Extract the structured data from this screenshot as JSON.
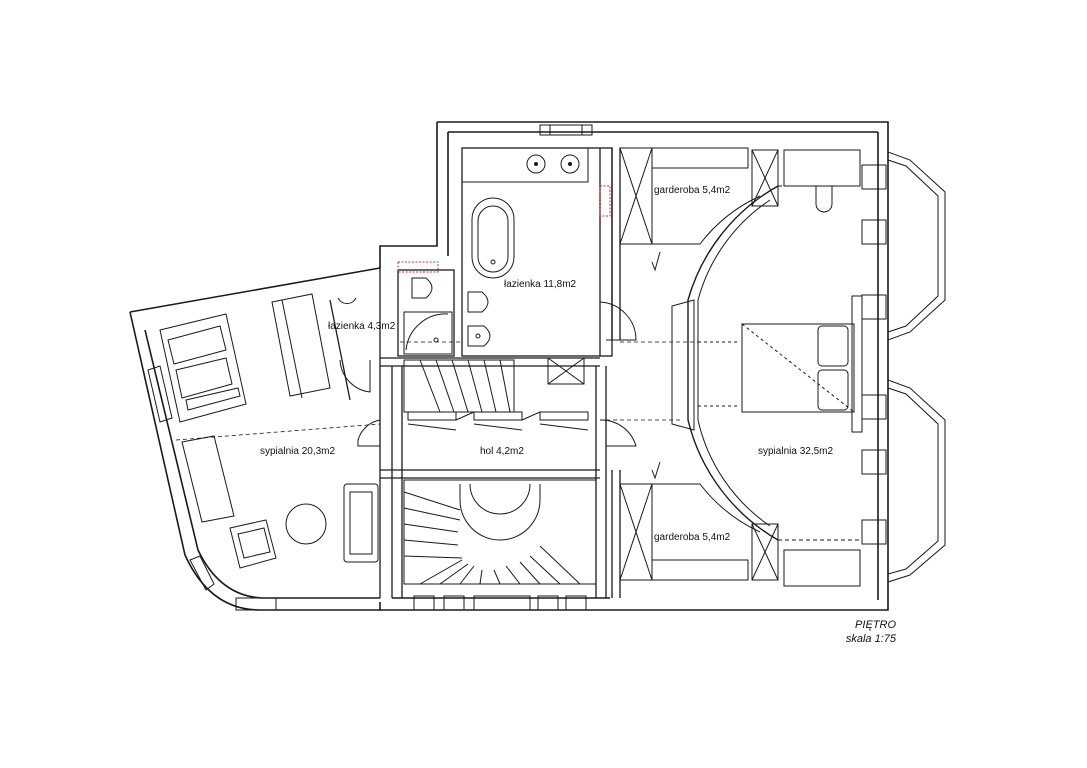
{
  "rooms": {
    "garderoba_top": "garderoba 5,4m2",
    "garderoba_bottom": "garderoba 5,4m2",
    "lazienka_large": "łazienka 11,8m2",
    "lazienka_small": "łazienka 4,3m2",
    "sypialnia_left": "sypialnia  20,3m2",
    "hol": "hol  4,2m2",
    "sypialnia_right": "sypialnia  32,5m2"
  },
  "title": {
    "floor": "PIĘTRO",
    "scale": "skala 1:75"
  },
  "colors": {
    "line": "#1a1a1a",
    "wall_fill": "#ffffff",
    "accent_red": "#d9302c"
  }
}
